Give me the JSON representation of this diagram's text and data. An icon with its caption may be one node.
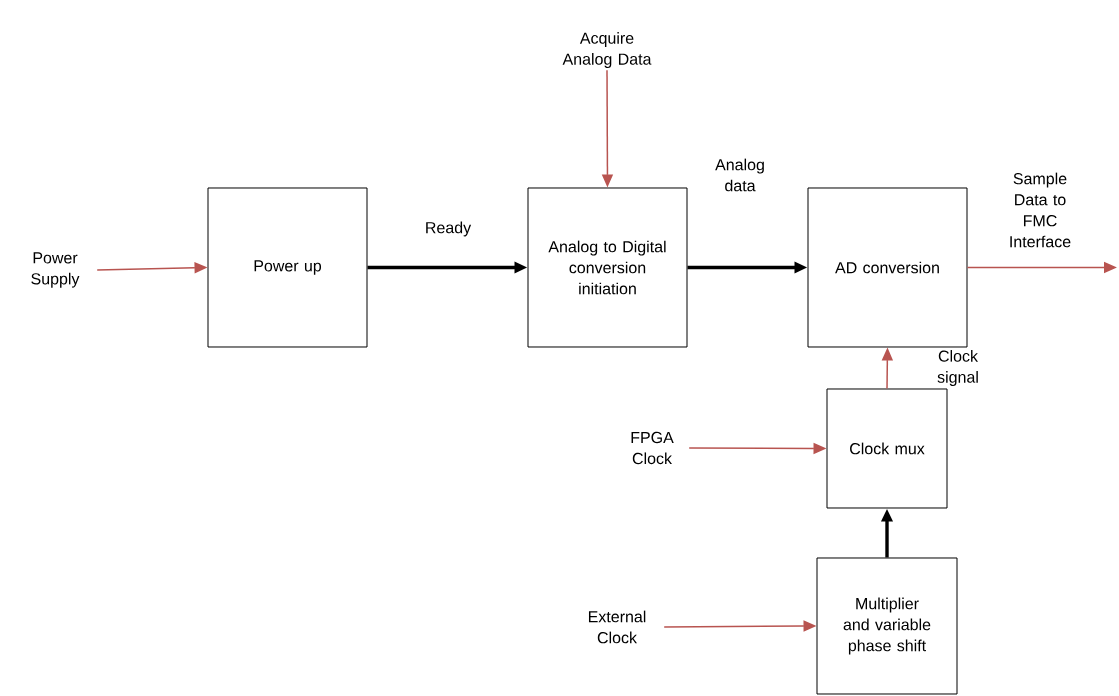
{
  "diagram": {
    "nodes": [
      {
        "text": [
          "Power Supply"
        ]
      },
      {
        "text": [
          "Power up"
        ]
      },
      {
        "text": [
          "Acquire Analog Data"
        ]
      },
      {
        "text": [
          "Analog to Digital conversion initiation"
        ]
      },
      {
        "text": [
          "AD conversion"
        ]
      },
      {
        "text": [
          "FPGA Clock"
        ]
      },
      {
        "text": [
          "Clock mux"
        ]
      },
      {
        "text": [
          "External Clock"
        ]
      },
      {
        "text": [
          "Multiplier and variable phase shift"
        ]
      }
    ],
    "edges": [
      {
        "from": 0,
        "to": 1,
        "arrow": "to"
      },
      {
        "from": 2,
        "to": 3,
        "arrow": "to"
      },
      {
        "from": 1,
        "to": 3,
        "arrow": "to",
        "label": "Ready",
        "style": "thick",
        "color": "#000000"
      },
      {
        "from": 3,
        "to": 4,
        "arrow": "to",
        "label": "Analog data",
        "style": "thick",
        "color": "#000000"
      },
      {
        "from": 4,
        "to": null,
        "arrow": "to",
        "label": "Sample Data to FMC Interface"
      },
      {
        "from": 6,
        "to": 4,
        "arrow": "to",
        "label": "Clock signal"
      },
      {
        "from": 5,
        "to": 6,
        "arrow": "to"
      },
      {
        "from": 8,
        "to": 6,
        "arrow": "to",
        "style": "thick",
        "color": "#000000"
      },
      {
        "from": 7,
        "to": 8,
        "arrow": "to"
      }
    ]
  }
}
